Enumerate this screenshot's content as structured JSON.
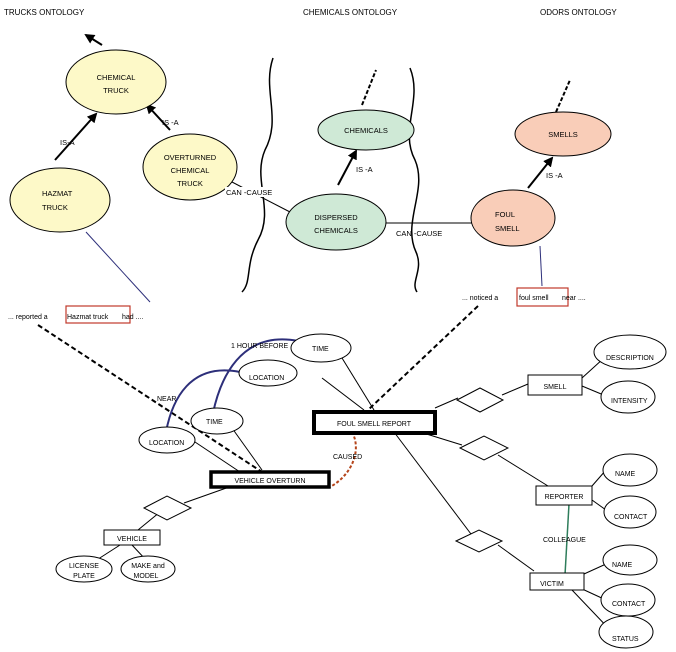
{
  "ontology_titles": {
    "trucks": "TRUCKS ONTOLOGY",
    "chemicals": "CHEMICALS ONTOLOGY",
    "odors": "ODORS ONTOLOGY"
  },
  "concepts": {
    "chemical_truck_l1": "CHEMICAL",
    "chemical_truck_l2": "TRUCK",
    "hazmat_truck_l1": "HAZMAT",
    "hazmat_truck_l2": "TRUCK",
    "overturned_l1": "OVERTURNED",
    "overturned_l2": "CHEMICAL",
    "overturned_l3": "TRUCK",
    "chemicals": "CHEMICALS",
    "dispersed_l1": "DISPERSED",
    "dispersed_l2": "CHEMICALS",
    "smells": "SMELLS",
    "foul_smell_l1": "FOUL",
    "foul_smell_l2": "SMELL"
  },
  "relations": {
    "is_a_1": "IS-A",
    "is_a_2": "IS -A",
    "is_a_3": "IS -A",
    "is_a_4": "IS -A",
    "can_cause_1": "CAN -CAUSE",
    "can_cause_2": "CAN -CAUSE"
  },
  "text_snippets": {
    "left_before": "... reported a",
    "left_highlight": "Hazmat truck",
    "left_after": "had ....",
    "right_before": "... noticed a",
    "right_highlight": "foul smell",
    "right_after": "near ...."
  },
  "er_model": {
    "foul_smell_report": "FOUL SMELL REPORT",
    "vehicle_overturn": "VEHICLE OVERTURN",
    "vehicle": "VEHICLE",
    "smell": "SMELL",
    "reporter": "REPORTER",
    "victim": "VICTIM",
    "time_upper": "TIME",
    "location_upper": "LOCATION",
    "time_lower": "TIME",
    "location_lower": "LOCATION",
    "description": "DESCRIPTION",
    "intensity": "INTENSITY",
    "name_reporter": "NAME",
    "contact_reporter": "CONTACT",
    "name_victim": "NAME",
    "contact_victim": "CONTACT",
    "status": "STATUS",
    "license_l1": "LICENSE",
    "license_l2": "PLATE",
    "make_l1": "MAKE and",
    "make_l2": "MODEL",
    "one_hour_before": "1 HOUR BEFORE",
    "near": "NEAR",
    "caused": "CAUSED",
    "colleague": "COLLEAGUE"
  },
  "colors": {
    "trucks_fill": "#fdf9c8",
    "chemicals_fill": "#cfe9d6",
    "odors_fill": "#f9cdb8",
    "highlight_box": "#c0392b",
    "temporal_link": "#2d2f7a",
    "caused_link": "#b5451b",
    "colleague_link": "#2e7d5b"
  }
}
